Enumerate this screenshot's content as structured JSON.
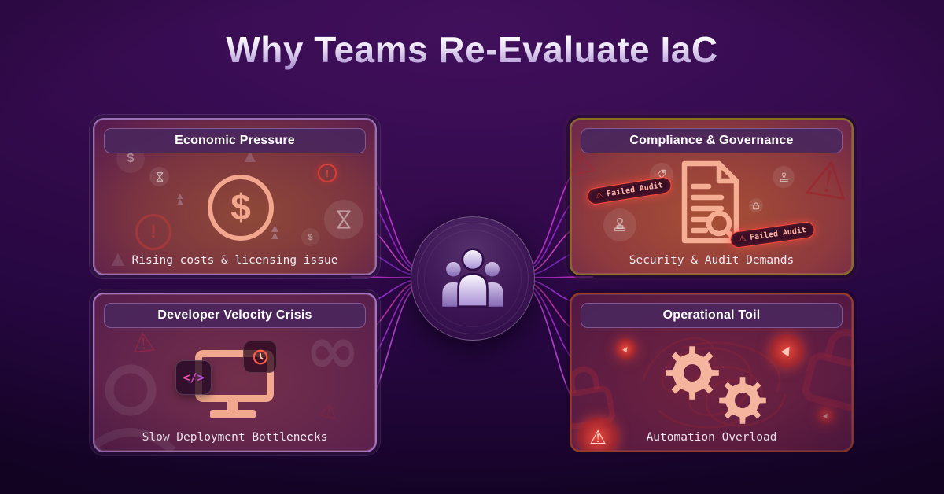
{
  "title": "Why Teams Re-Evaluate IaC",
  "cards": [
    {
      "title": "Economic Pressure",
      "caption": "Rising costs & licensing issue"
    },
    {
      "title": "Compliance & Governance",
      "caption": "Security & Audit Demands",
      "badge": "Failed Audit"
    },
    {
      "title": "Developer Velocity Crisis",
      "caption": "Slow Deployment Bottlenecks"
    },
    {
      "title": "Operational Toil",
      "caption": "Automation Overload"
    }
  ],
  "glyphs": {
    "dollar": "$",
    "code": "</>",
    "up_arrow": "▲",
    "infinity": "∞",
    "warning": "⚠",
    "exclamation": "!"
  },
  "colors": {
    "accent_salmon": "#f2a88f",
    "line_magenta": "#c633d8",
    "badge_red": "#ff4a3c",
    "border_purple": "#9a6fb5",
    "border_olive": "#8a6f1e",
    "border_rust": "#9c3a22"
  }
}
